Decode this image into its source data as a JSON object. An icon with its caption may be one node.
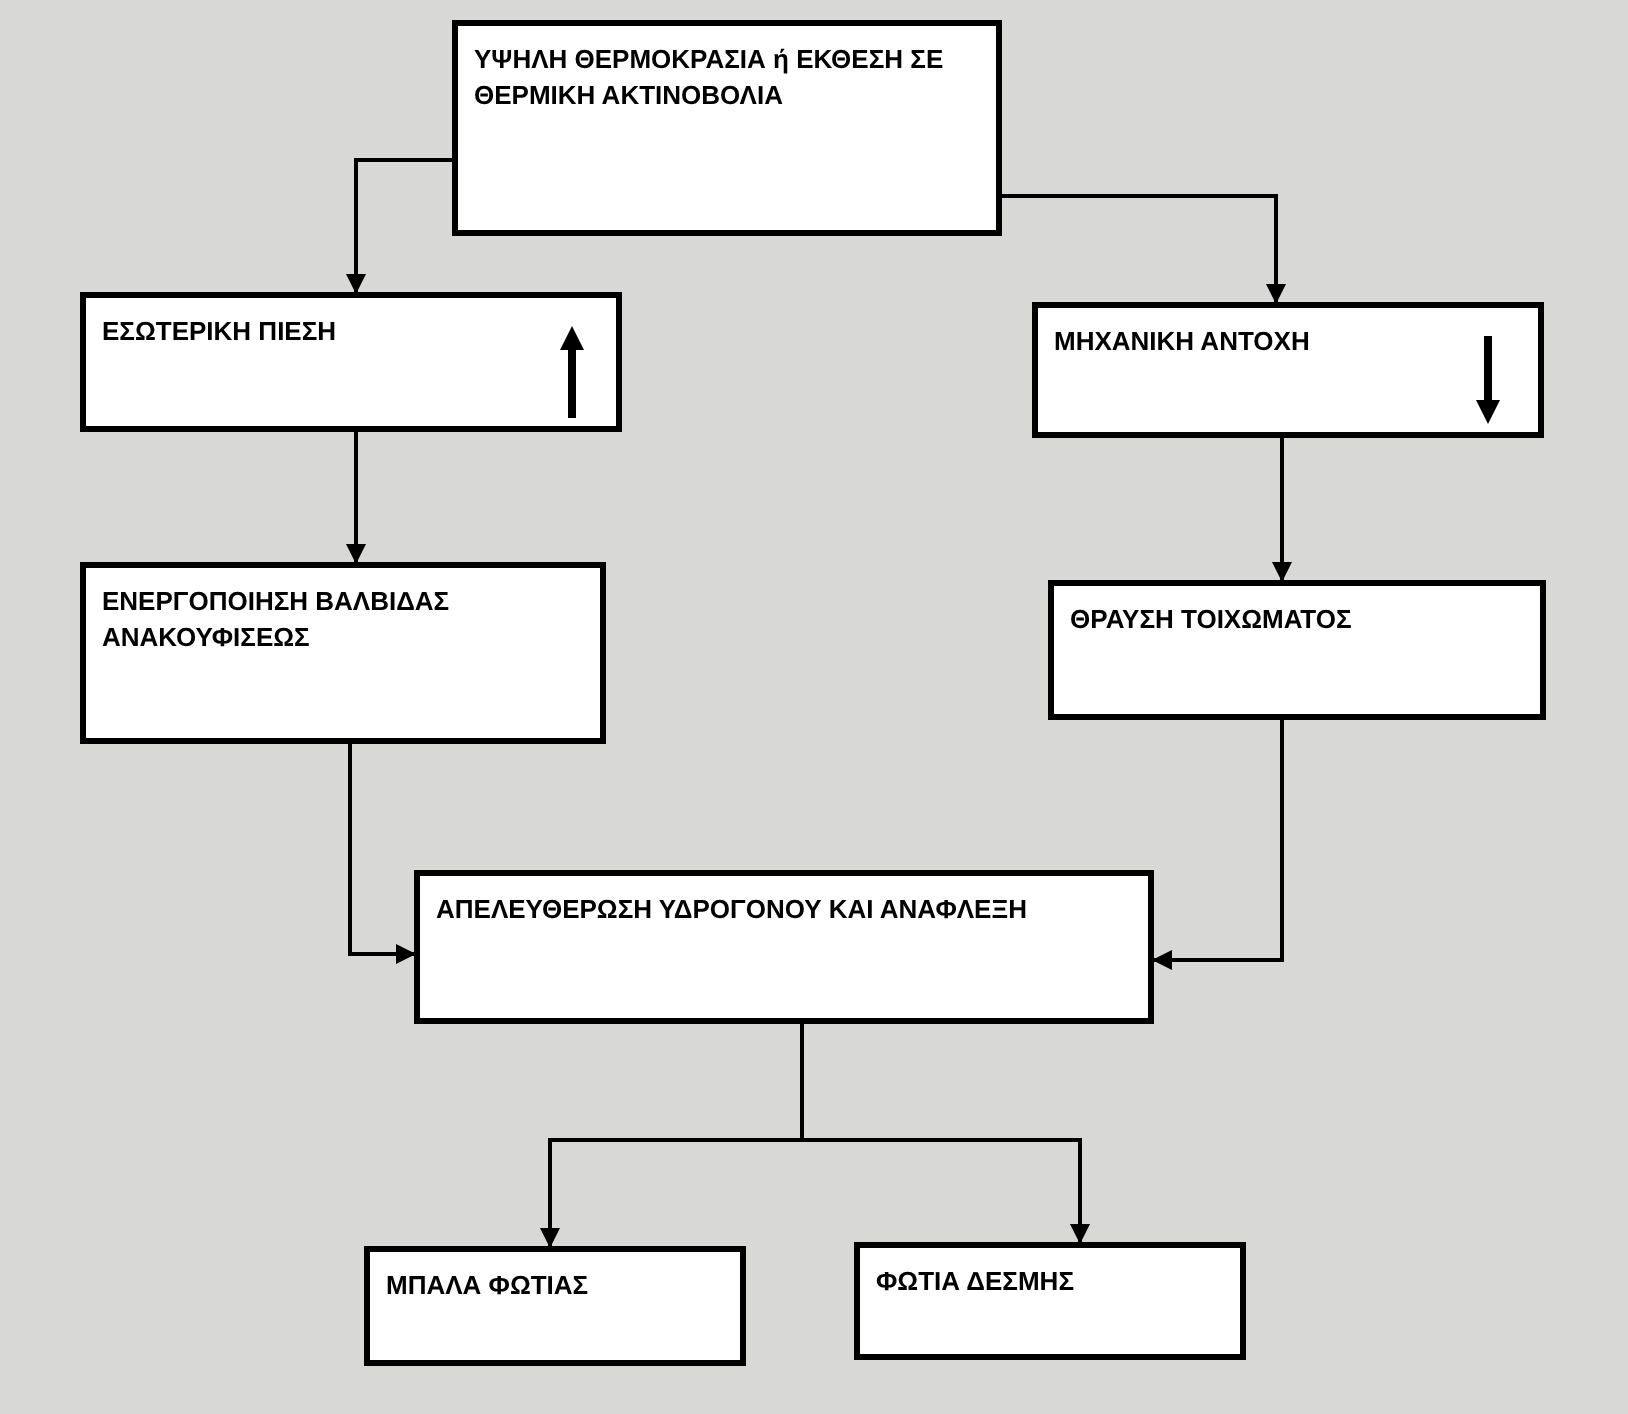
{
  "diagram": {
    "nodes": [
      {
        "text": [
          "ΥΨΗΛΗ ΘΕΡΜΟΚΡΑΣΙΑ ή ΕΚΘΕΣΗ ΣΕ ΘΕΡΜΙΚΗ ΑΚΤΙΝΟΒΟΛΙΑ"
        ]
      },
      {
        "text": [
          "ΕΣΩΤΕΡΙΚΗ ΠΙΕΣΗ"
        ]
      },
      {
        "text": [
          "ΜΗΧΑΝΙΚΗ ΑΝΤΟΧΗ"
        ]
      },
      {
        "text": [
          "ΕΝΕΡΓΟΠΟΙΗΣΗ ΒΑΛΒΙΔΑΣ ΑΝΑΚΟΥΦΙΣΕΩΣ"
        ]
      },
      {
        "text": [
          "ΘΡΑΥΣΗ ΤΟΙΧΩΜΑΤΟΣ"
        ]
      },
      {
        "text": [
          "ΑΠΕΛΕΥΘΕΡΩΣΗ ΥΔΡΟΓΟΝΟΥ ΚΑΙ ΑΝΑΦΛΕΞΗ"
        ]
      },
      {
        "text": [
          "ΜΠΑΛΑ ΦΩΤΙΑΣ"
        ]
      },
      {
        "text": [
          "ΦΩΤΙΑ ΔΕΣΜΗΣ"
        ]
      }
    ],
    "edges": [
      {
        "from": 0,
        "to": 1,
        "arrow": "to"
      },
      {
        "from": 0,
        "to": 2,
        "arrow": "to"
      },
      {
        "from": 1,
        "to": 3,
        "arrow": "to"
      },
      {
        "from": 2,
        "to": 4,
        "arrow": "to"
      },
      {
        "from": 3,
        "to": 5,
        "arrow": "to"
      },
      {
        "from": 4,
        "to": 5,
        "arrow": "to"
      },
      {
        "from": 5,
        "to": 6,
        "arrow": "to"
      },
      {
        "from": 5,
        "to": 7,
        "arrow": "to"
      }
    ]
  }
}
